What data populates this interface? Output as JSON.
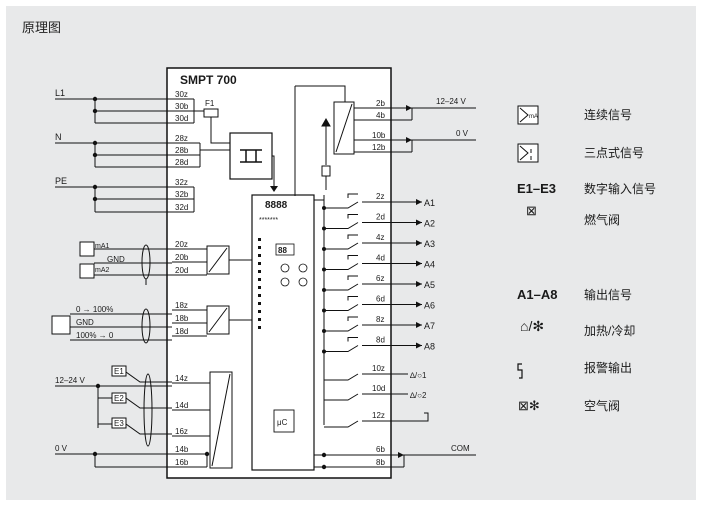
{
  "page": {
    "title": "原理图"
  },
  "diagram": {
    "device_title": "SMPT 700",
    "display_digits": "8888",
    "display_row": "*******",
    "display_small": "88",
    "fuse_label": "F1",
    "mu_label": "μC",
    "left_terms_group1": [
      "30z",
      "30b",
      "30d"
    ],
    "left_terms_group2": [
      "28z",
      "28b",
      "28d"
    ],
    "left_terms_group3": [
      "32z",
      "32b",
      "32d"
    ],
    "left_terms_group4": [
      "20z",
      "20b",
      "20d"
    ],
    "left_terms_group5": [
      "18z",
      "18b",
      "18d"
    ],
    "left_terms_group6": [
      "14z",
      "14d",
      "16z",
      "14b",
      "16b"
    ],
    "power_labels": [
      "L1",
      "N",
      "PE"
    ],
    "mA_labels": [
      "mA1",
      "mA2"
    ],
    "gnd": "GND",
    "three_point_labels": [
      "0 → 100%",
      "GND",
      "100% → 0"
    ],
    "digital_in_voltage": "12–24 V",
    "digital_in_labels": [
      "E1",
      "E2",
      "E3"
    ],
    "zero_v": "0 V",
    "right_top_terms": [
      "2b",
      "4b",
      "10b",
      "12b"
    ],
    "right_top_labels": [
      "12–24 V",
      "0 V"
    ],
    "output_terms": [
      "2z",
      "2d",
      "4z",
      "4d",
      "6z",
      "6d",
      "8z",
      "8d"
    ],
    "output_labels": [
      "A1",
      "A2",
      "A3",
      "A4",
      "A5",
      "A6",
      "A7",
      "A8"
    ],
    "alarm_terms": [
      "10z",
      "10d",
      "12z"
    ],
    "alarm_labels": [
      "∆/○1",
      "∆/○2"
    ],
    "com_terms": [
      "6b",
      "8b"
    ],
    "com_label": "COM"
  },
  "legend": {
    "items": [
      {
        "key": "",
        "label": "连续信号",
        "icon": "continuous-signal-icon"
      },
      {
        "key": "",
        "label": "三点式信号",
        "icon": "three-point-signal-icon"
      },
      {
        "key": "E1–E3",
        "label": "数字输入信号",
        "icon": ""
      },
      {
        "key": "",
        "label": "燃气阀",
        "icon": "gas-valve-icon"
      },
      {
        "key": "A1–A8",
        "label": "输出信号",
        "icon": ""
      },
      {
        "key": "",
        "label": "加热/冷却",
        "icon": "heat-cool-icon"
      },
      {
        "key": "",
        "label": "报警输出",
        "icon": "alarm-output-icon"
      },
      {
        "key": "",
        "label": "空气阀",
        "icon": "air-valve-icon"
      }
    ]
  }
}
